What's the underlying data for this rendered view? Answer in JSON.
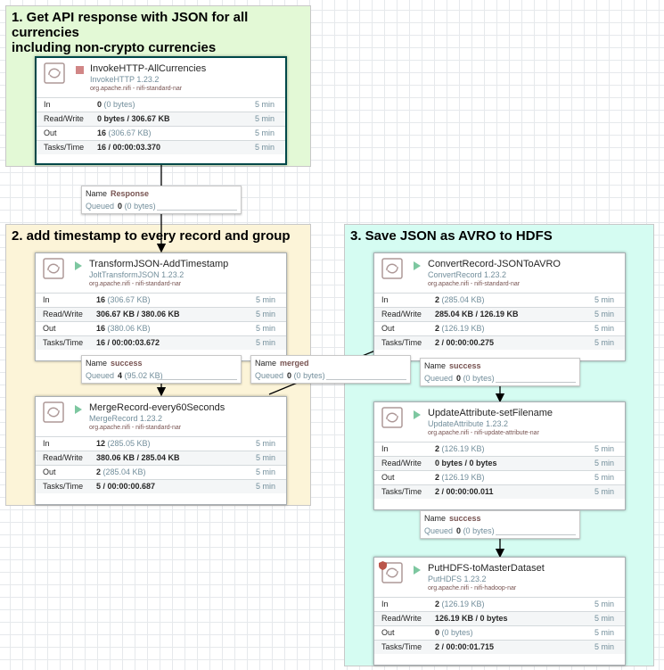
{
  "labels": [
    {
      "id": "label1",
      "title": "1. Get API response with JSON for all currencies\nincluding non-crypto currencies"
    },
    {
      "id": "label2",
      "title": "2. add timestamp to every record and group"
    },
    {
      "id": "label3",
      "title": "3. Save JSON as AVRO to HDFS"
    }
  ],
  "stat_labels": {
    "in": "In",
    "rw": "Read/Write",
    "out": "Out",
    "tasks": "Tasks/Time"
  },
  "processors": [
    {
      "name": "InvokeHTTP-AllCurrencies",
      "type": "InvokeHTTP 1.23.2",
      "bundle": "org.apache.nifi - nifi-standard-nar",
      "status": "stopped",
      "in": {
        "count": "0",
        "size": "(0 bytes)"
      },
      "rw": "0 bytes / 306.67 KB",
      "out": {
        "count": "16",
        "size": "(306.67 KB)"
      },
      "tasks": "16 / 00:00:03.370",
      "window": "5 min"
    },
    {
      "name": "TransformJSON-AddTimestamp",
      "type": "JoltTransformJSON 1.23.2",
      "bundle": "org.apache.nifi - nifi-standard-nar",
      "status": "running",
      "in": {
        "count": "16",
        "size": "(306.67 KB)"
      },
      "rw": "306.67 KB / 380.06 KB",
      "out": {
        "count": "16",
        "size": "(380.06 KB)"
      },
      "tasks": "16 / 00:00:03.672",
      "window": "5 min"
    },
    {
      "name": "MergeRecord-every60Seconds",
      "type": "MergeRecord 1.23.2",
      "bundle": "org.apache.nifi - nifi-standard-nar",
      "status": "running",
      "in": {
        "count": "12",
        "size": "(285.05 KB)"
      },
      "rw": "380.06 KB / 285.04 KB",
      "out": {
        "count": "2",
        "size": "(285.04 KB)"
      },
      "tasks": "5 / 00:00:00.687",
      "window": "5 min"
    },
    {
      "name": "ConvertRecord-JSONToAVRO",
      "type": "ConvertRecord 1.23.2",
      "bundle": "org.apache.nifi - nifi-standard-nar",
      "status": "running",
      "in": {
        "count": "2",
        "size": "(285.04 KB)"
      },
      "rw": "285.04 KB / 126.19 KB",
      "out": {
        "count": "2",
        "size": "(126.19 KB)"
      },
      "tasks": "2 / 00:00:00.275",
      "window": "5 min"
    },
    {
      "name": "UpdateAttribute-setFilename",
      "type": "UpdateAttribute 1.23.2",
      "bundle": "org.apache.nifi - nifi-update-attribute-nar",
      "status": "running",
      "in": {
        "count": "2",
        "size": "(126.19 KB)"
      },
      "rw": "0 bytes / 0 bytes",
      "out": {
        "count": "2",
        "size": "(126.19 KB)"
      },
      "tasks": "2 / 00:00:00.011",
      "window": "5 min"
    },
    {
      "name": "PutHDFS-toMasterDataset",
      "type": "PutHDFS 1.23.2",
      "bundle": "org.apache.nifi - nifi-hadoop-nar",
      "status": "running",
      "in": {
        "count": "2",
        "size": "(126.19 KB)"
      },
      "rw": "126.19 KB / 0 bytes",
      "out": {
        "count": "0",
        "size": "(0 bytes)"
      },
      "tasks": "2 / 00:00:01.715",
      "window": "5 min"
    }
  ],
  "connection_labels": {
    "name": "Name",
    "queued": "Queued"
  },
  "connections": [
    {
      "name": "Response",
      "queued": {
        "count": "0",
        "size": "(0 bytes)"
      }
    },
    {
      "name": "success",
      "queued": {
        "count": "4",
        "size": "(95.02 KB)"
      }
    },
    {
      "name": "merged",
      "queued": {
        "count": "0",
        "size": "(0 bytes)"
      }
    },
    {
      "name": "success",
      "queued": {
        "count": "0",
        "size": "(0 bytes)"
      }
    },
    {
      "name": "success",
      "queued": {
        "count": "0",
        "size": "(0 bytes)"
      }
    }
  ],
  "colors": {
    "group1": "#e3f9d6",
    "group2": "#fcf4d8",
    "group3": "#d5fcf2",
    "stopped": "#d18686",
    "running": "#7dc7a0",
    "type_text": "#728e9b",
    "bundle_text": "#775351"
  },
  "icons": {
    "processor": "processor-icon",
    "restricted": "shield-icon"
  }
}
